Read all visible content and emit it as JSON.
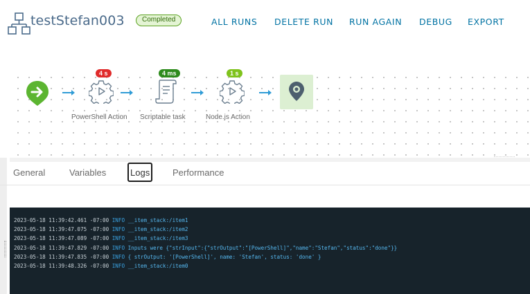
{
  "header": {
    "title": "testStefan003",
    "status": "Completed",
    "nav": [
      "ALL RUNS",
      "DELETE RUN",
      "RUN AGAIN",
      "DEBUG",
      "EXPORT"
    ]
  },
  "workflow": {
    "nodes": [
      {
        "name": "start",
        "label": "",
        "badge": ""
      },
      {
        "name": "powershell-action",
        "label": "PowerShell Action",
        "badge": "4 s"
      },
      {
        "name": "scriptable-task",
        "label": "Scriptable task",
        "badge": "4 ms"
      },
      {
        "name": "nodejs-action",
        "label": "Node.js Action",
        "badge": "1 s"
      },
      {
        "name": "end",
        "label": "",
        "badge": ""
      }
    ]
  },
  "tabs": [
    "General",
    "Variables",
    "Logs",
    "Performance"
  ],
  "active_tab": "Logs",
  "logs": [
    {
      "ts": "2023-05-18 11:39:42.461 -07:00",
      "level": "INFO",
      "message": "__item_stack:/item1"
    },
    {
      "ts": "2023-05-18 11:39:47.075 -07:00",
      "level": "INFO",
      "message": "__item_stack:/item2"
    },
    {
      "ts": "2023-05-18 11:39:47.089 -07:00",
      "level": "INFO",
      "message": "__item_stack:/item3"
    },
    {
      "ts": "2023-05-18 11:39:47.829 -07:00",
      "level": "INFO",
      "message": "Inputs were {\"strInput\":{\"strOutput\":\"[PowerShell]\",\"name\":\"Stefan\",\"status\":\"done\"}}"
    },
    {
      "ts": "2023-05-18 11:39:47.835 -07:00",
      "level": "INFO",
      "message": "{ strOutput: '[PowerShell]', name: 'Stefan', status: 'done' }"
    },
    {
      "ts": "2023-05-18 11:39:48.326 -07:00",
      "level": "INFO",
      "message": "__item_stack:/item0"
    }
  ],
  "colors": {
    "accent": "#0072a3",
    "status_green": "#5aa220",
    "badge_red": "#e02b2b",
    "badge_dark_green": "#2e8b1c",
    "badge_light_green": "#7fc31c",
    "console_bg": "#17232b"
  }
}
